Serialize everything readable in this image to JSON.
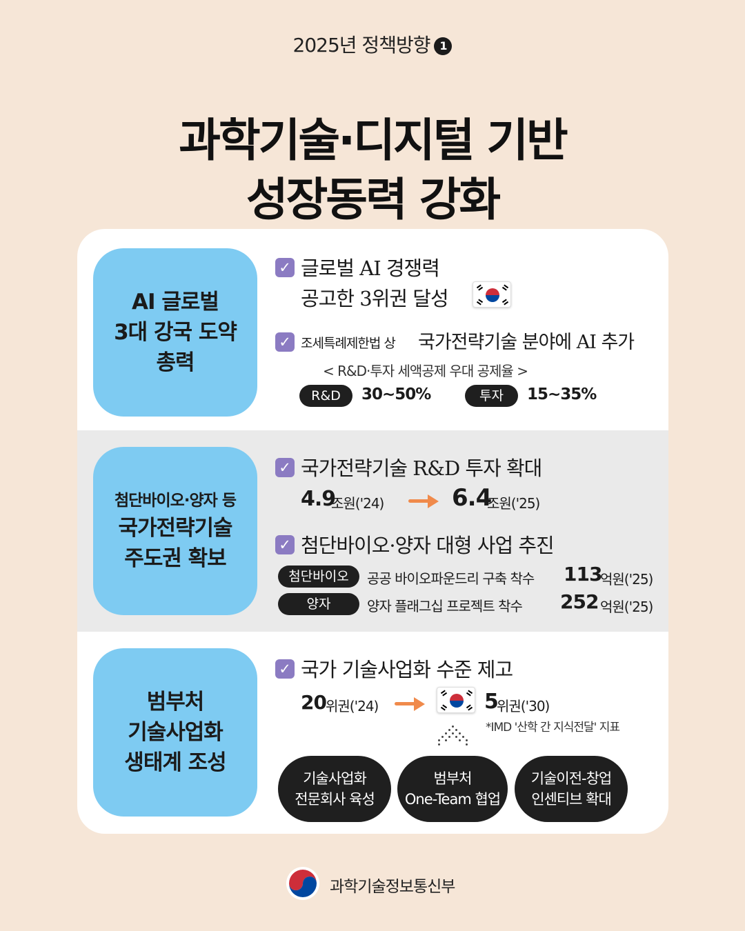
{
  "header": {
    "label": "2025년 정책방향",
    "number": "1"
  },
  "title": {
    "line1": "과학기술·디지털 기반",
    "line2": "성장동력 강화"
  },
  "sections": [
    {
      "pill": [
        "AI 글로벌",
        "3대 강국 도약",
        "총력"
      ],
      "item1_line1": "글로벌 AI 경쟁력",
      "item1_line2": "공고한 3위권 달성",
      "item2_prefix": "조세특례제한법 상",
      "item2_main": "국가전략기술 분야에 AI 추가",
      "subtitle": "< R&D·투자 세액공제 우대 공제율 >",
      "tag1": "R&D",
      "val1": "30~50%",
      "tag2": "투자",
      "val2": "15~35%"
    },
    {
      "pill_small": "첨단바이오·양자 등",
      "pill": [
        "국가전략기술",
        "주도권 확보"
      ],
      "item1": "국가전략기술 R&D 투자 확대",
      "from_num": "4.9",
      "from_unit": "조원('24)",
      "to_num": "6.4",
      "to_unit": "조원('25)",
      "item2": "첨단바이오·양자 대형 사업 추진",
      "row1_tag": "첨단바이오",
      "row1_text": "공공 바이오파운드리 구축 착수",
      "row1_num": "113",
      "row1_unit": "억원('25)",
      "row2_tag": "양자",
      "row2_text": "양자 플래그십 프로젝트 착수",
      "row2_num": "252",
      "row2_unit": "억원('25)"
    },
    {
      "pill": [
        "범부처",
        "기술사업화",
        "생태계 조성"
      ],
      "item1": "국가 기술사업화 수준 제고",
      "from_num": "20",
      "from_unit": "위권('24)",
      "to_num": "5",
      "to_unit": "위권('30)",
      "note": "*IMD '산학 간 지식전달' 지표",
      "pills": [
        [
          "기술사업화",
          "전문회사 육성"
        ],
        [
          "범부처",
          "One-Team 협업"
        ],
        [
          "기술이전-창업",
          "인센티브 확대"
        ]
      ]
    }
  ],
  "footer": {
    "org": "과학기술정보통신부"
  },
  "colors": {
    "background": "#f6e6d7",
    "pill_blue": "#7ecbf2",
    "check": "#8b7bc2",
    "arrow": "#f08a4b"
  }
}
